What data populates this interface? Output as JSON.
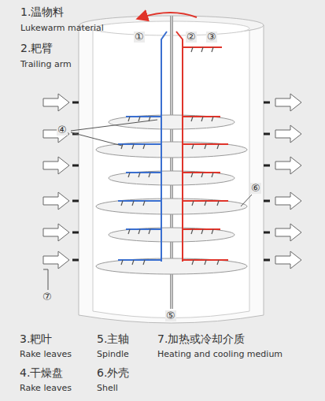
{
  "diagram": {
    "labels": [
      "1.温物料",
      "Lukewarm material",
      "2.耙臂",
      "Trailing arm",
      "①",
      "②",
      "③",
      "④",
      "⑤",
      "⑥",
      "⑦",
      "3.耙叶",
      "Rake leaves",
      "5.主轴",
      "Spindle",
      "7.加热或冷却介质",
      "Heating and cooling medium",
      "4.干燥盘",
      "Rake leaves",
      "6.外壳",
      "Shell"
    ]
  }
}
